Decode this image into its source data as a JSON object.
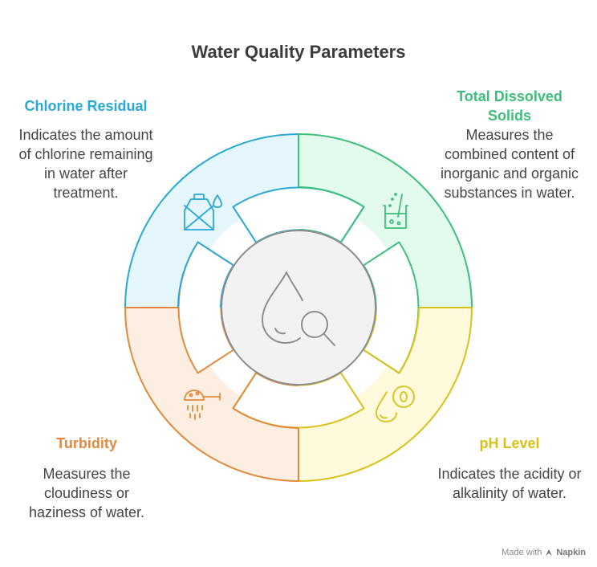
{
  "title": "Water Quality Parameters",
  "sections": {
    "chlorine": {
      "heading": "Chlorine Residual",
      "description": "Indicates the amount of chlorine remaining in water after treatment.",
      "color": "#29a9d4",
      "fill": "#e6f6fd",
      "icon": "water-bottle-cross-icon"
    },
    "tds": {
      "heading": "Total Dissolved Solids",
      "description": "Measures the combined content of inorganic and organic substances in water.",
      "color": "#3cbf7a",
      "fill": "#e3fbec",
      "icon": "beaker-icon"
    },
    "turbidity": {
      "heading": "Turbidity",
      "description": "Measures the cloudiness or haziness of water.",
      "color": "#e08a3c",
      "fill": "#fdeee2",
      "icon": "shower-head-icon"
    },
    "ph": {
      "heading": "pH Level",
      "description": "Indicates the acidity or alkalinity of water.",
      "color": "#d8c21a",
      "fill": "#fefadb",
      "icon": "drop-zero-icon"
    }
  },
  "center": {
    "icon": "water-drop-magnifier-icon",
    "fill": "#f2f2f2",
    "stroke": "#8e8e8e"
  },
  "watermark": {
    "prefix": "Made with",
    "brand": "Napkin"
  }
}
